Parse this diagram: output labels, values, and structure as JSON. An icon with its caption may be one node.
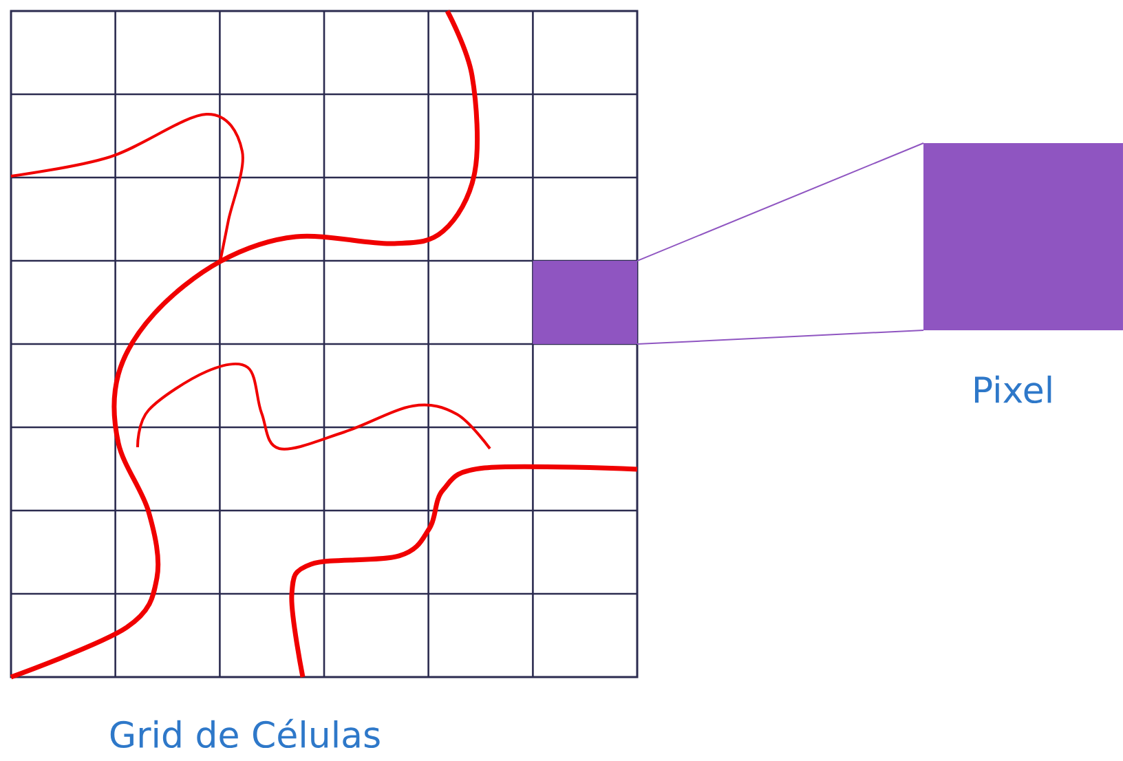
{
  "diagram": {
    "nodes": [
      {
        "text": [
          "Grid de Células"
        ]
      },
      {
        "text": [],
        "shape": "box",
        "in": 0
      },
      {
        "text": [
          "Pixel"
        ]
      }
    ],
    "edges": [
      {
        "from": 1,
        "to": 2,
        "arrow": "none"
      },
      {
        "from": 1,
        "to": 2,
        "arrow": "none"
      }
    ]
  }
}
